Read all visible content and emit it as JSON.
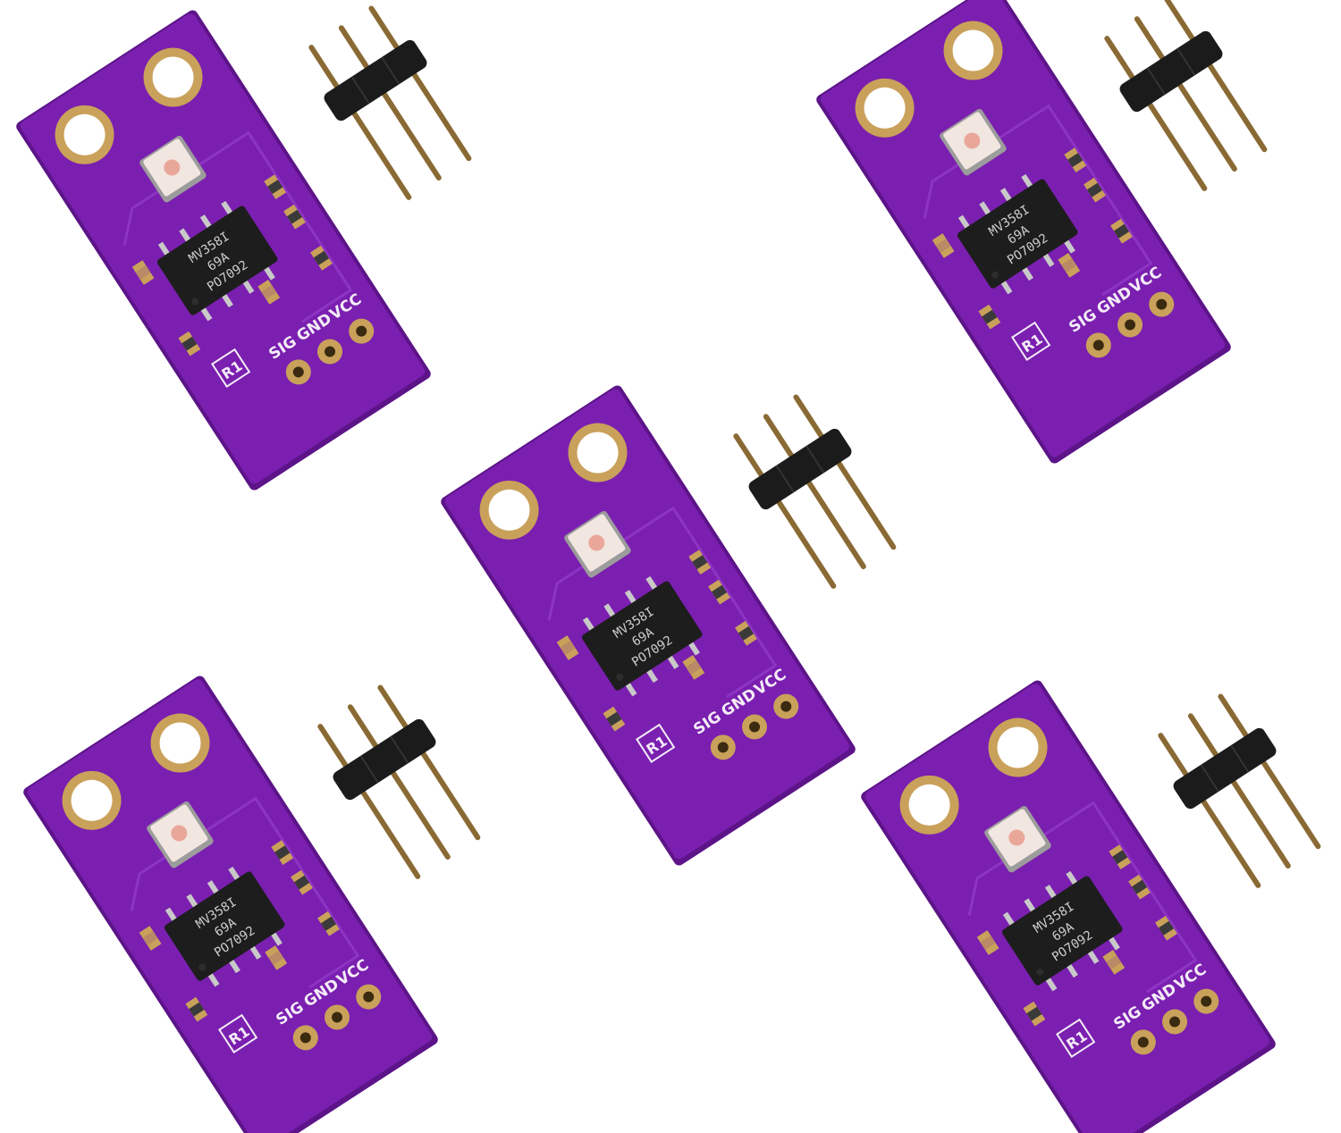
{
  "photo": {
    "background": "#ffffff",
    "colors": {
      "pcb": "#7a1fb0",
      "pcb_edge": "#5c1488",
      "pad": "#c9a15a",
      "header_plastic": "#1b1b1b",
      "pin": "#8a6a34",
      "silkscreen": "#f4ecf7"
    },
    "modules": [
      {
        "silk_labels": [
          "VCC",
          "GND",
          "SIG"
        ],
        "chip_lines": [
          "MV358I",
          "69A",
          "PO7092"
        ],
        "footprint_label": "R1"
      },
      {
        "silk_labels": [
          "VCC",
          "GND",
          "SIG"
        ],
        "chip_lines": [
          "MV358I",
          "69A",
          "PO7092"
        ],
        "footprint_label": "R1"
      },
      {
        "silk_labels": [
          "VCC",
          "GND",
          "SIG"
        ],
        "chip_lines": [
          "MV358I",
          "69A",
          "PO7092"
        ],
        "footprint_label": "R1"
      },
      {
        "silk_labels": [
          "VCC",
          "GND",
          "SIG"
        ],
        "chip_lines": [
          "MV358I",
          "69A",
          "PO7092"
        ],
        "footprint_label": "R1"
      },
      {
        "silk_labels": [
          "VCC",
          "GND",
          "SIG"
        ],
        "chip_lines": [
          "MV358I",
          "69A",
          "PO7092"
        ],
        "footprint_label": "R1"
      }
    ],
    "header_count": 5
  }
}
